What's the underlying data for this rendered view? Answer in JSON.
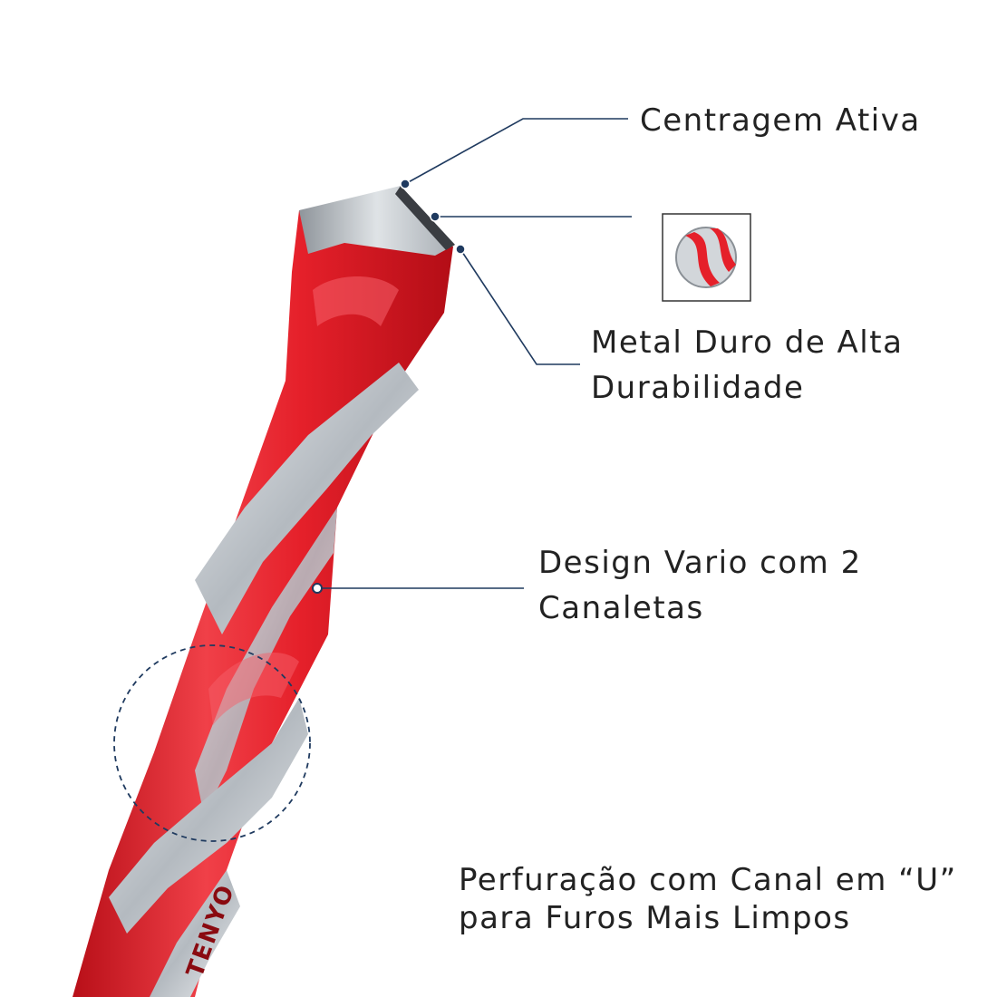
{
  "callouts": {
    "centering": "Centragem Ativa",
    "carbide_line1": "Metal Duro de Alta",
    "carbide_line2": "Durabilidade",
    "flutes_line1": "Design Vario com 2",
    "flutes_line2": "Canaletas",
    "drilling_line1": "Perfuração com Canal em “U”",
    "drilling_line2": "para Furos Mais Limpos"
  },
  "brand_mark": "TENYO",
  "icons": {
    "cross_section": "drill-cross-section-icon"
  },
  "colors": {
    "drill_red": "#e5202a",
    "drill_red_light": "#f5606a",
    "drill_steel": "#c7ccd1",
    "callout_line": "#1f3a5f",
    "text": "#222222"
  }
}
